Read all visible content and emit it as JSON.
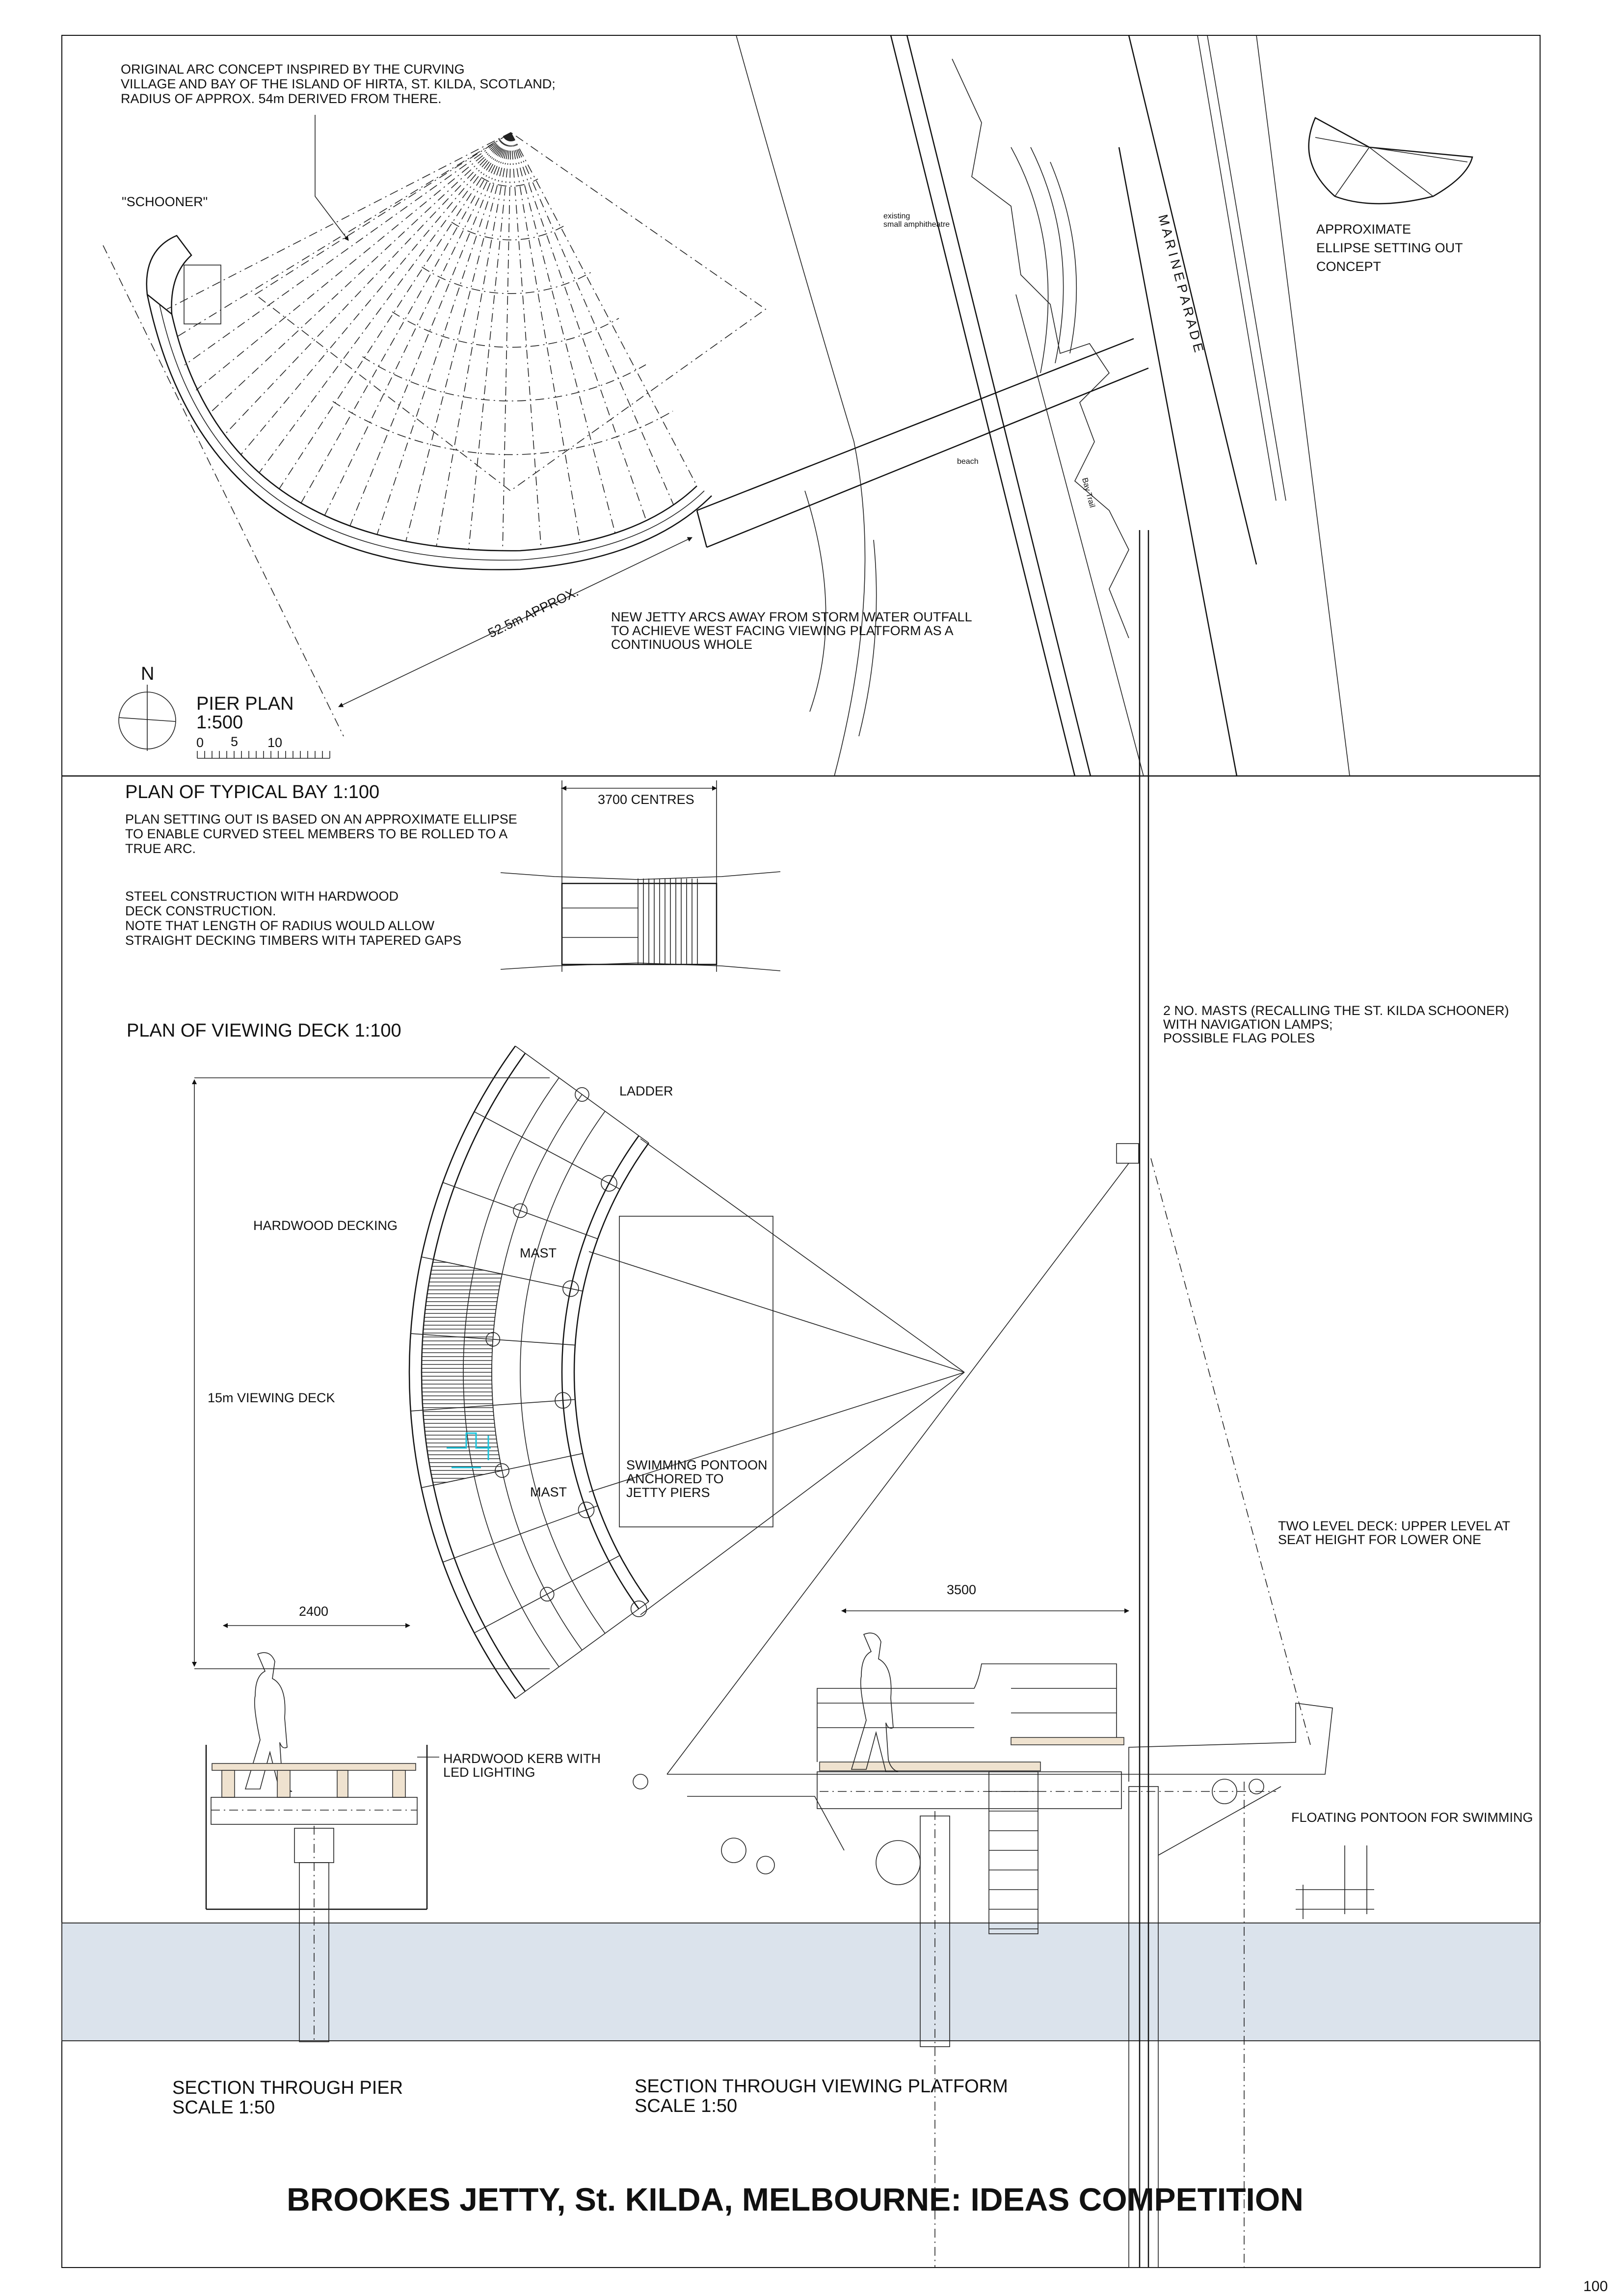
{
  "sheet": {
    "title": "BROOKES JETTY, St. KILDA, MELBOURNE: IDEAS COMPETITION",
    "page_number": "100",
    "colors": {
      "water": "#dbe3ec",
      "hardwood": "#efe2cf",
      "line": "#111111",
      "figure_accent": "#19c4dc"
    }
  },
  "pier_plan": {
    "arc_note": [
      "ORIGINAL ARC CONCEPT INSPIRED BY THE CURVING",
      "VILLAGE AND BAY OF THE ISLAND OF HIRTA, ST. KILDA, SCOTLAND;",
      "RADIUS OF APPROX. 54m DERIVED FROM THERE."
    ],
    "schooner_label": "\"SCHOONER\"",
    "amphitheatre_label": [
      "existing",
      "small amphitheatre"
    ],
    "street_label": "M A R I N E   P A R A D E",
    "beach_label": "beach",
    "trail_label": "Bay Trail",
    "ellipse_note": [
      "APPROXIMATE",
      "ELLIPSE SETTING OUT",
      "CONCEPT"
    ],
    "radius_dimension": "52.5m APPROX.",
    "jetty_note": [
      "NEW JETTY ARCS AWAY FROM STORM WATER OUTFALL",
      "TO ACHIEVE WEST FACING VIEWING PLATFORM AS A",
      "CONTINUOUS WHOLE"
    ],
    "north_label": "N",
    "title": "PIER PLAN",
    "scale": "1:500",
    "scale_bar_ticks": [
      "0",
      "5",
      "10"
    ]
  },
  "typical_bay": {
    "title": "PLAN OF TYPICAL BAY 1:100",
    "note_1": [
      "PLAN SETTING OUT IS BASED ON AN APPROXIMATE ELLIPSE",
      "TO ENABLE CURVED STEEL MEMBERS TO BE ROLLED TO A",
      "TRUE ARC."
    ],
    "note_2": [
      "STEEL CONSTRUCTION WITH HARDWOOD",
      "DECK CONSTRUCTION.",
      "NOTE THAT LENGTH OF RADIUS WOULD ALLOW",
      "STRAIGHT DECKING TIMBERS WITH TAPERED GAPS"
    ],
    "dimension": "3700 CENTRES"
  },
  "viewing_deck": {
    "title": "PLAN OF VIEWING DECK 1:100",
    "ladder_label": "LADDER",
    "decking_label": "HARDWOOD DECKING",
    "mast_label_1": "MAST",
    "mast_label_2": "MAST",
    "length_label": "15m VIEWING DECK",
    "pontoon_note": [
      "SWIMMING PONTOON",
      "ANCHORED TO",
      "JETTY PIERS"
    ],
    "masts_note": [
      "2 NO. MASTS (RECALLING THE ST. KILDA SCHOONER)",
      "WITH NAVIGATION LAMPS;",
      "POSSIBLE FLAG POLES"
    ]
  },
  "sections": {
    "pier_dimension": "2400",
    "platform_dimension": "3500",
    "kerb_note": [
      "HARDWOOD KERB WITH",
      "LED LIGHTING"
    ],
    "two_level_note": [
      "TWO LEVEL DECK: UPPER LEVEL AT",
      "SEAT HEIGHT FOR LOWER ONE"
    ],
    "floating_pontoon_label": "FLOATING PONTOON FOR SWIMMING",
    "pier_section_title": [
      "SECTION THROUGH PIER",
      "SCALE 1:50"
    ],
    "platform_section_title": [
      "SECTION THROUGH VIEWING PLATFORM",
      "SCALE 1:50"
    ]
  }
}
